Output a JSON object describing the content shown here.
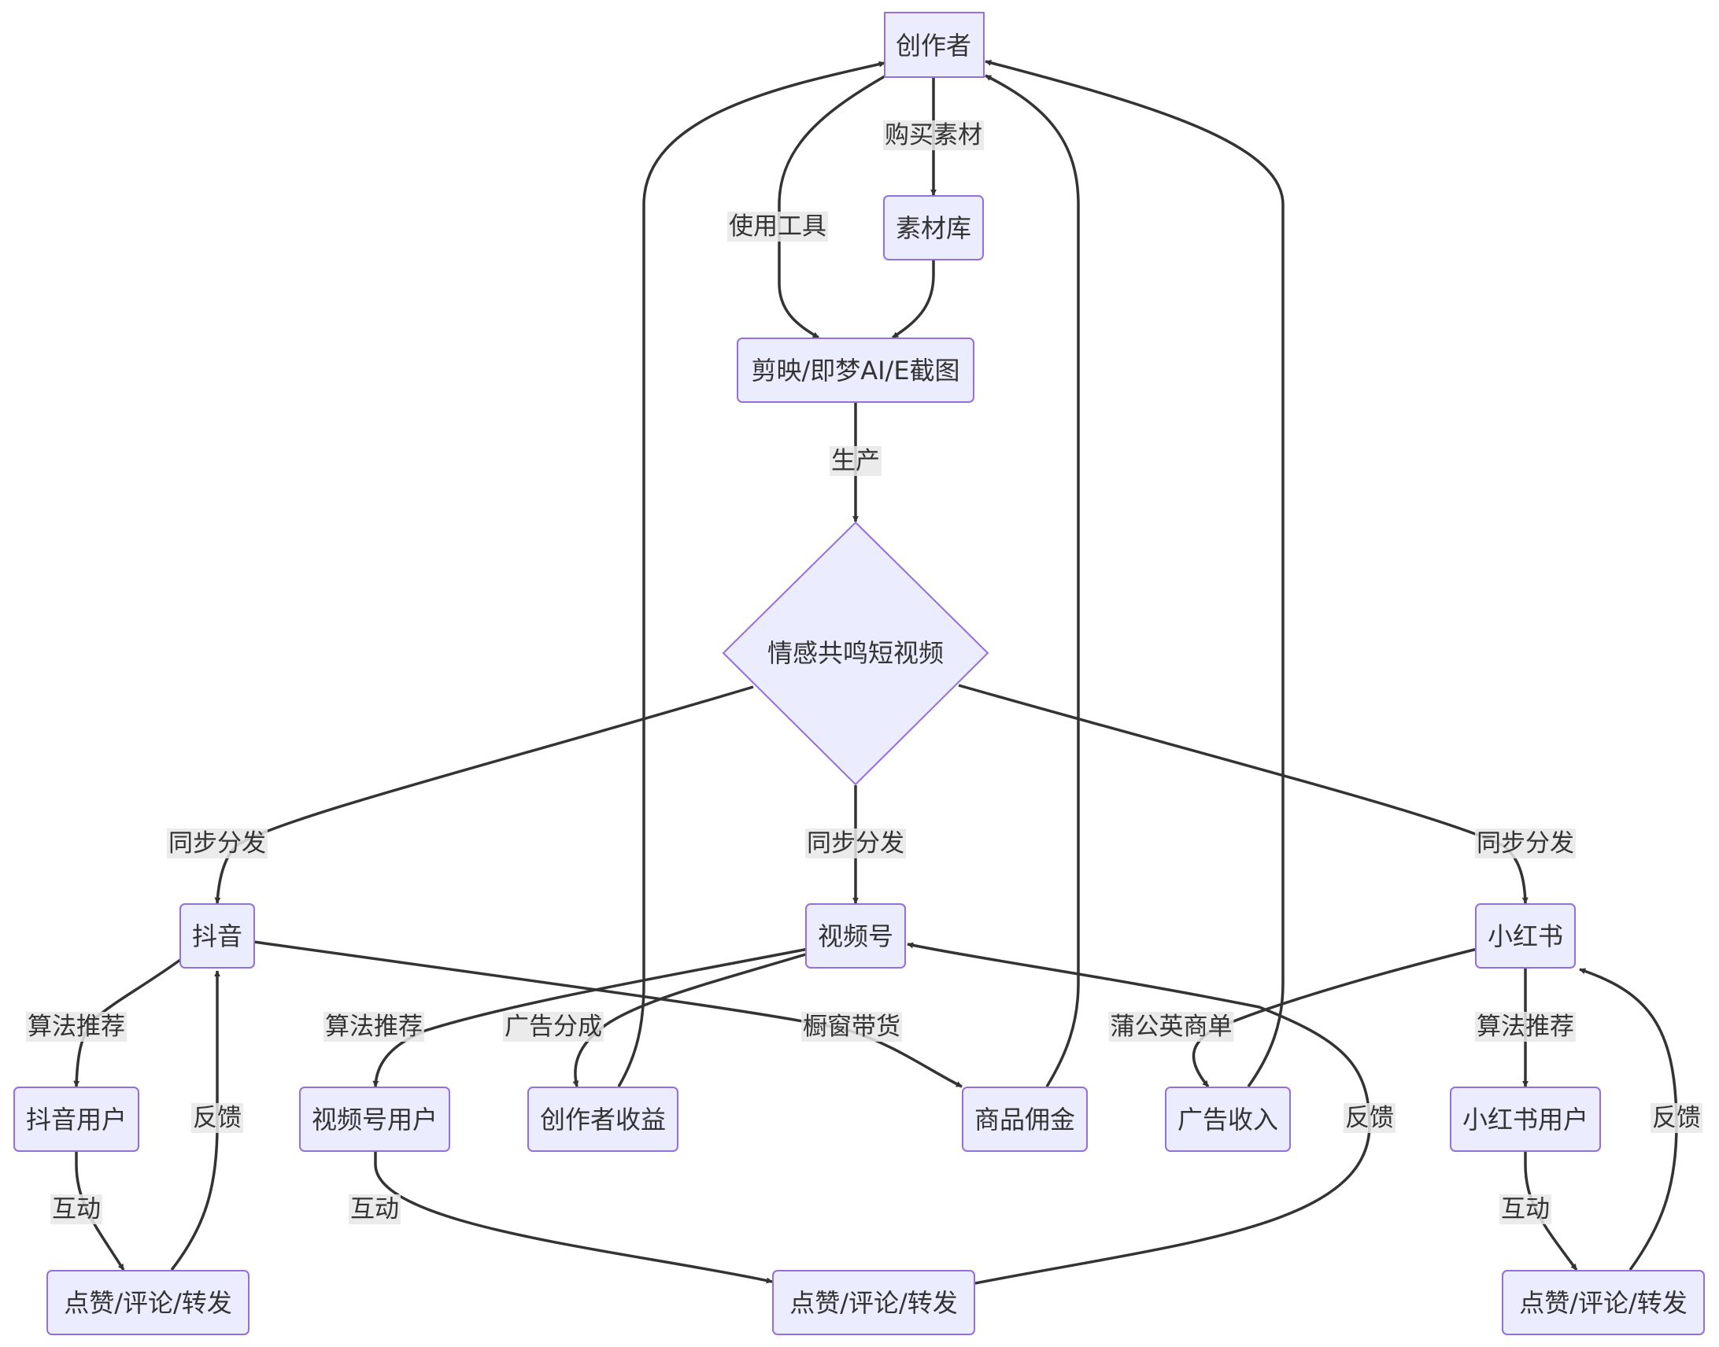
{
  "colors": {
    "node_fill": "#ececff",
    "node_stroke": "#9370db",
    "edge": "#333333",
    "label_bg": "#e8e8e8",
    "text": "#333333"
  },
  "nodes": {
    "creator": "创作者",
    "library": "素材库",
    "tools": "剪映/即梦AI/E截图",
    "video": "情感共鸣短视频",
    "douyin": "抖音",
    "shipinhao": "视频号",
    "xhs": "小红书",
    "douyin_user": "抖音用户",
    "sph_user": "视频号用户",
    "creator_income": "创作者收益",
    "commission": "商品佣金",
    "ad_income": "广告收入",
    "xhs_user": "小红书用户",
    "douyin_interact": "点赞/评论/转发",
    "sph_interact": "点赞/评论/转发",
    "xhs_interact": "点赞/评论/转发"
  },
  "edge_labels": {
    "buy_material": "购买素材",
    "use_tools": "使用工具",
    "produce": "生产",
    "sync_douyin": "同步分发",
    "sync_sph": "同步分发",
    "sync_xhs": "同步分发",
    "algo_douyin": "算法推荐",
    "algo_sph": "算法推荐",
    "ad_share": "广告分成",
    "showcase": "橱窗带货",
    "pugongying": "蒲公英商单",
    "algo_xhs": "算法推荐",
    "feedback_douyin": "反馈",
    "feedback_sph": "反馈",
    "feedback_xhs": "反馈",
    "interact_douyin": "互动",
    "interact_sph": "互动",
    "interact_xhs": "互动"
  }
}
